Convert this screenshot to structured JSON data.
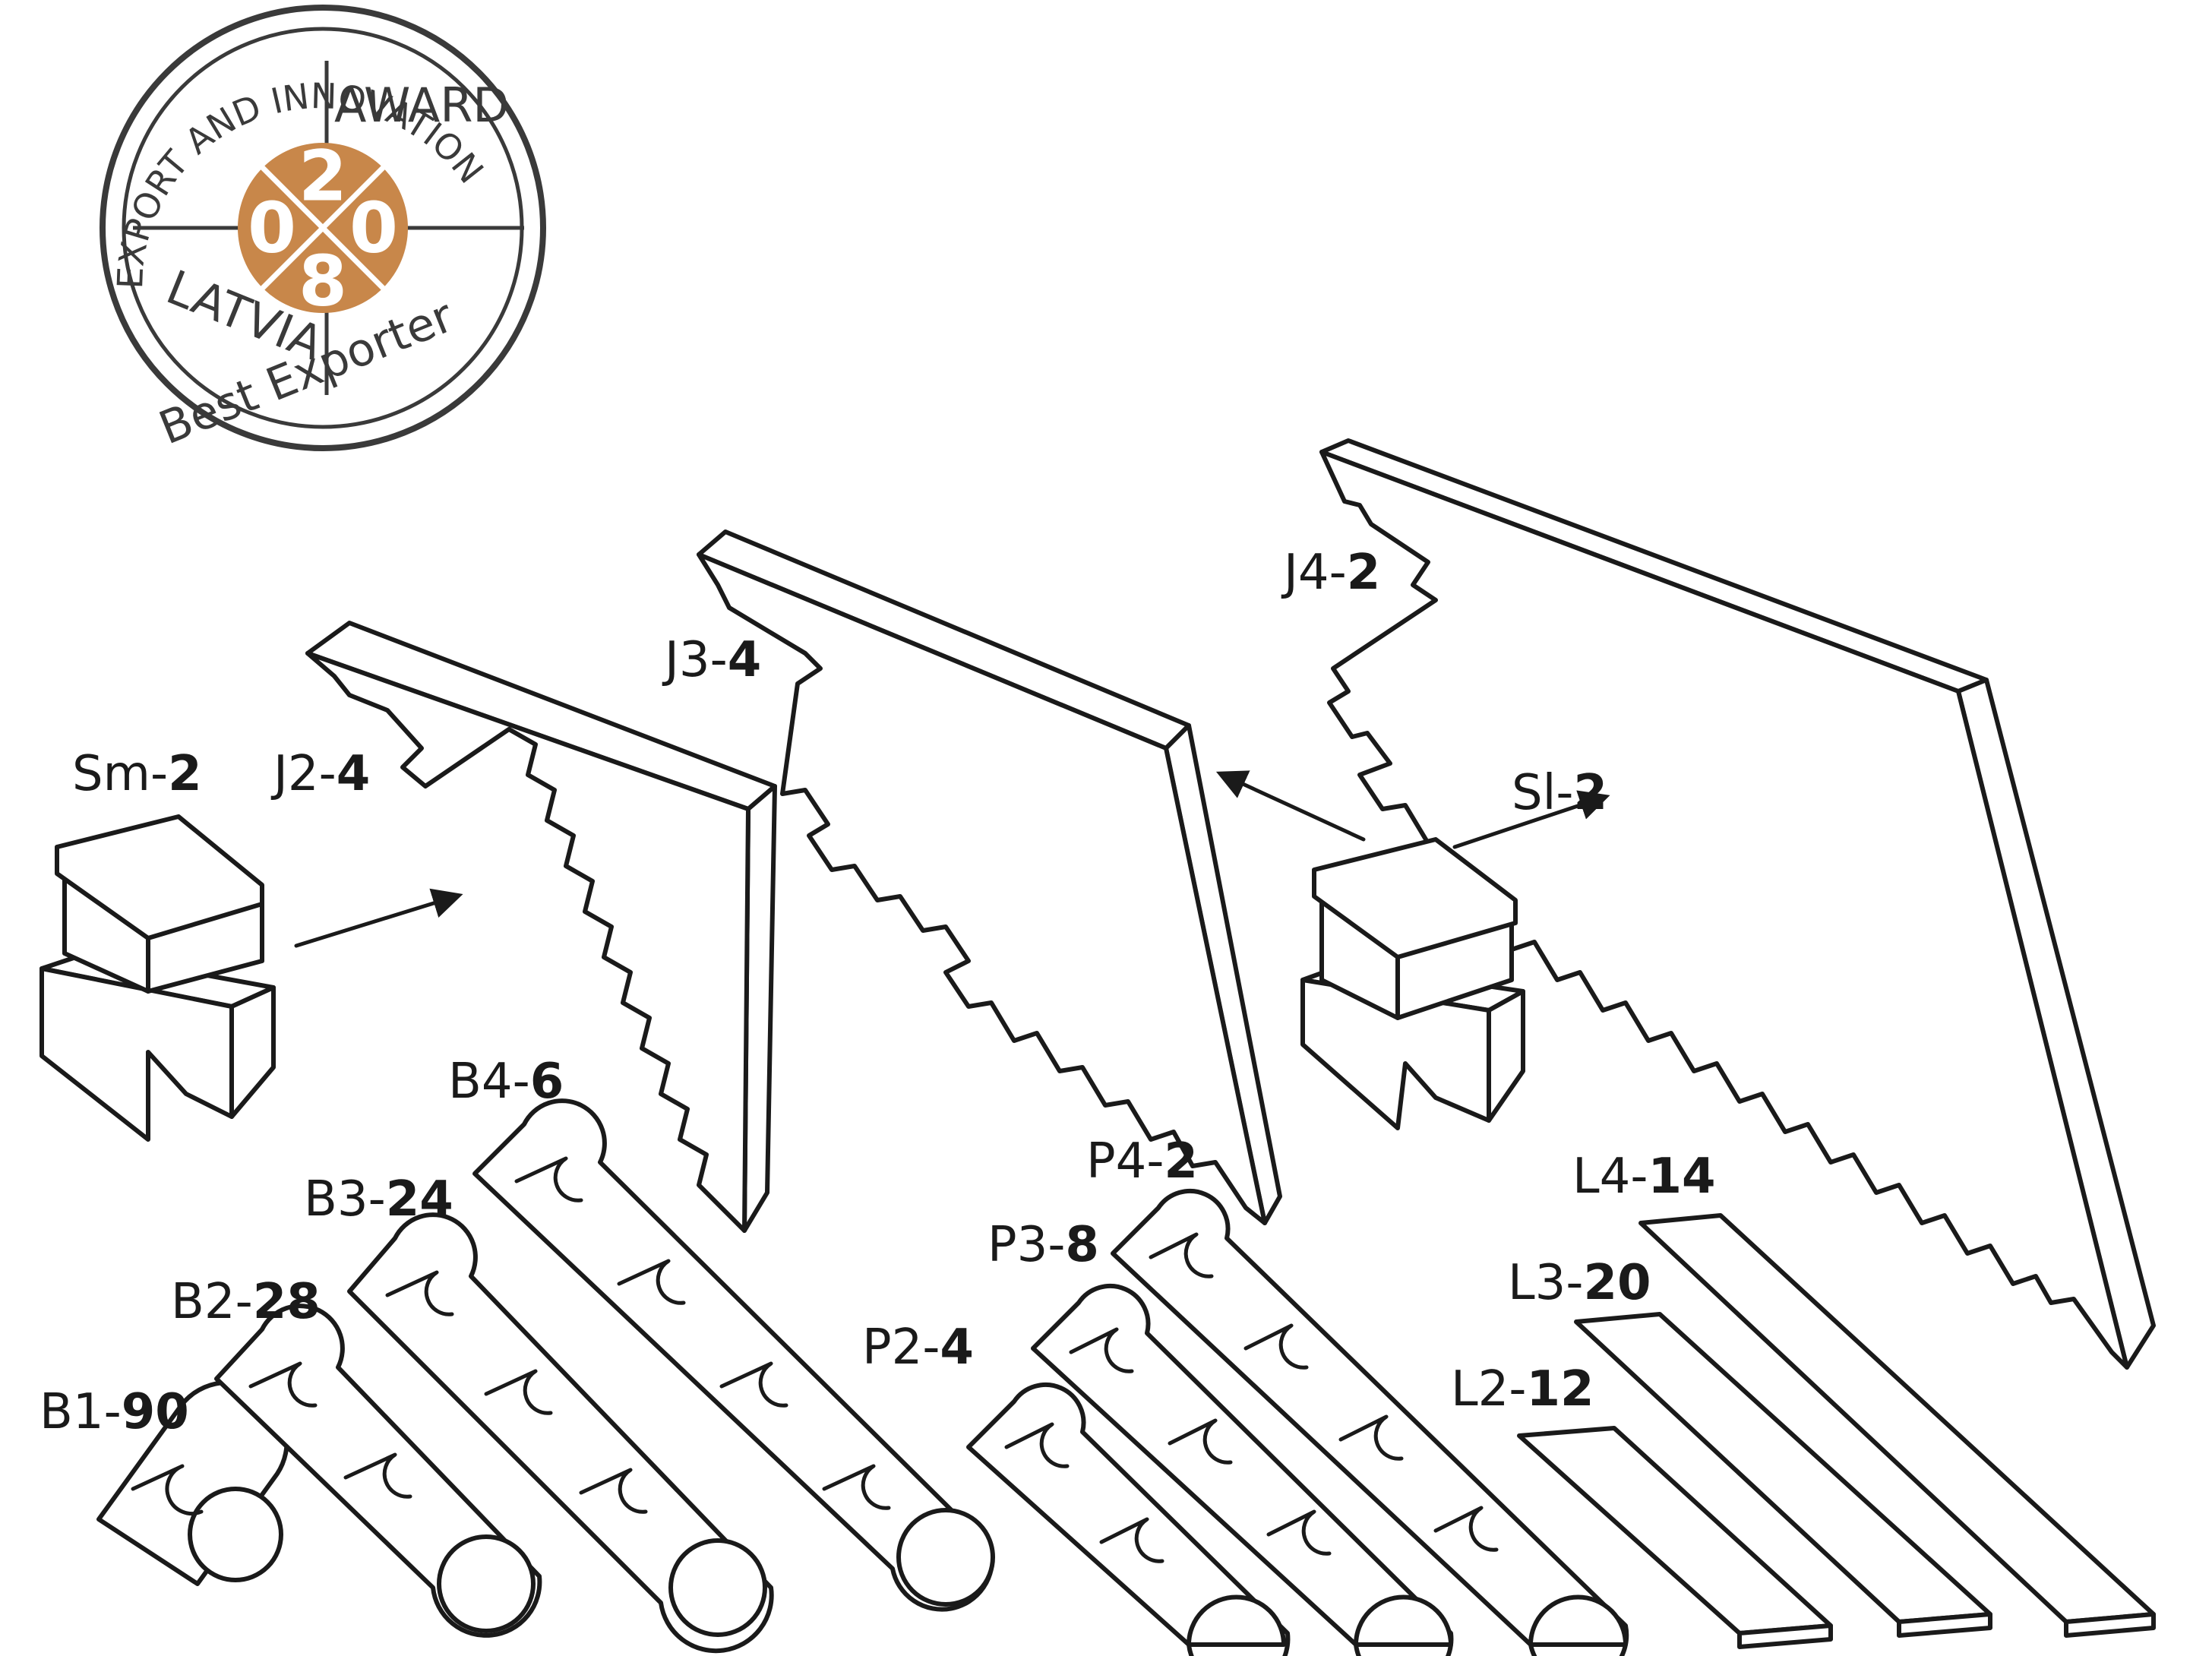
{
  "seal": {
    "arc_text": "EXPORT AND INNOVATION",
    "award": "AWARD",
    "year_digits": [
      "2",
      "0",
      "0",
      "8"
    ],
    "country": "LATVIA",
    "best_exporter": "Best Exporter",
    "medal_color": "#c8874a"
  },
  "parts": [
    {
      "id": "sm",
      "code": "Sm-",
      "count": "2"
    },
    {
      "id": "j2",
      "code": "J2-",
      "count": "4"
    },
    {
      "id": "j3",
      "code": "J3-",
      "count": "4"
    },
    {
      "id": "j4",
      "code": "J4-",
      "count": "2"
    },
    {
      "id": "sl",
      "code": "Sl-",
      "count": "2"
    },
    {
      "id": "b1",
      "code": "B1-",
      "count": "90"
    },
    {
      "id": "b2",
      "code": "B2-",
      "count": "28"
    },
    {
      "id": "b3",
      "code": "B3-",
      "count": "24"
    },
    {
      "id": "b4",
      "code": "B4-",
      "count": "6"
    },
    {
      "id": "p2",
      "code": "P2-",
      "count": "4"
    },
    {
      "id": "p3",
      "code": "P3-",
      "count": "8"
    },
    {
      "id": "p4",
      "code": "P4-",
      "count": "2"
    },
    {
      "id": "l2",
      "code": "L2-",
      "count": "12"
    },
    {
      "id": "l3",
      "code": "L3-",
      "count": "20"
    },
    {
      "id": "l4",
      "code": "L4-",
      "count": "14"
    }
  ]
}
